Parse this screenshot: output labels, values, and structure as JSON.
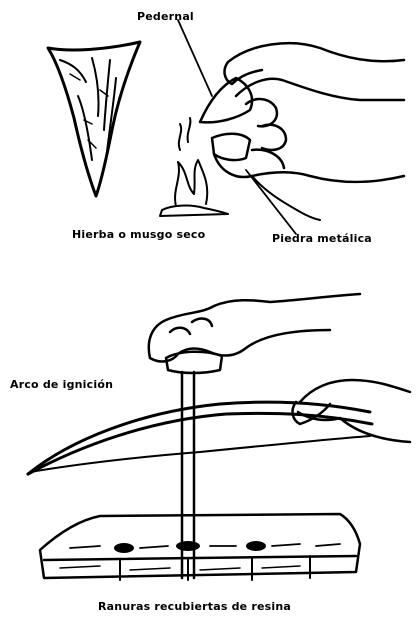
{
  "labels": {
    "pedernal": "Pedernal",
    "hierba": "Hierba o musgo seco",
    "piedra": "Piedra metálica",
    "arco": "Arco de ignición",
    "ranuras": "Ranuras recubiertas de resina"
  }
}
